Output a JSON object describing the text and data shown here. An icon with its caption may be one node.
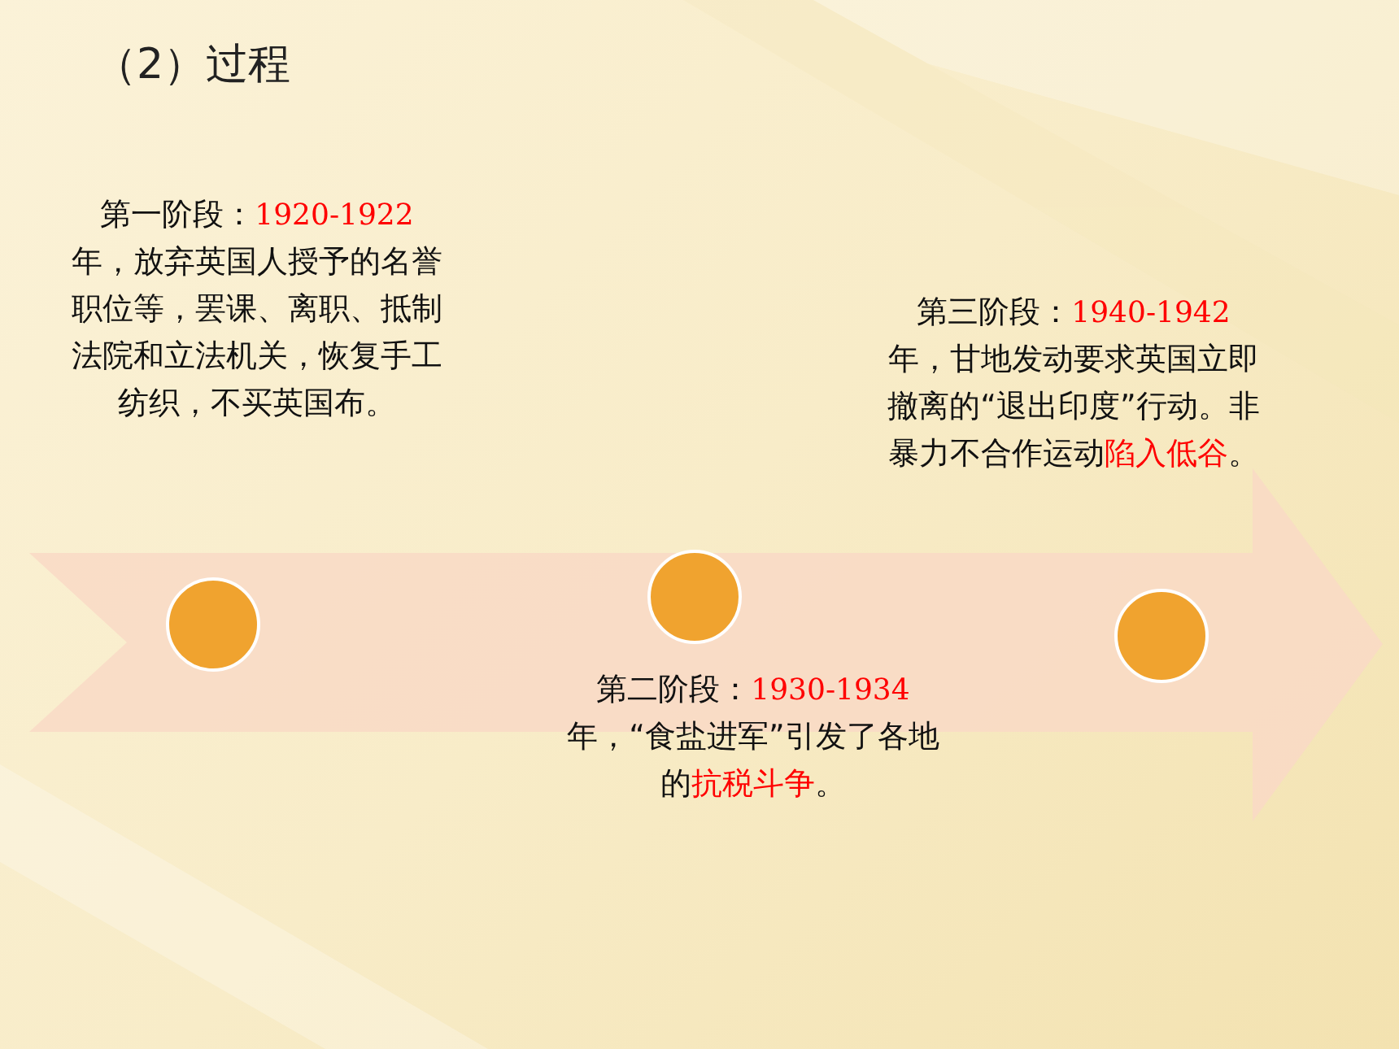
{
  "diagram": {
    "title": "（2）过程",
    "nodes": [
      {
        "text": [],
        "shape": "circle"
      },
      {
        "text": [],
        "shape": "circle"
      },
      {
        "text": [],
        "shape": "circle"
      }
    ],
    "labels": [
      "第一阶段：**1920-1922**年，放弃英国人授予的名誉职位等，罢课、离职、抵制法院和立法机关，恢复手工纺织，不买英国布。",
      "第三阶段：**1940-1942**年，甘地发动要求英国立即撤离的“退出印度”行动。非暴力不合作运动**陷入低谷**。",
      "第二阶段：**1930-1934**年，“食盐进军”引发了各地的**抗税斗争**。"
    ]
  }
}
